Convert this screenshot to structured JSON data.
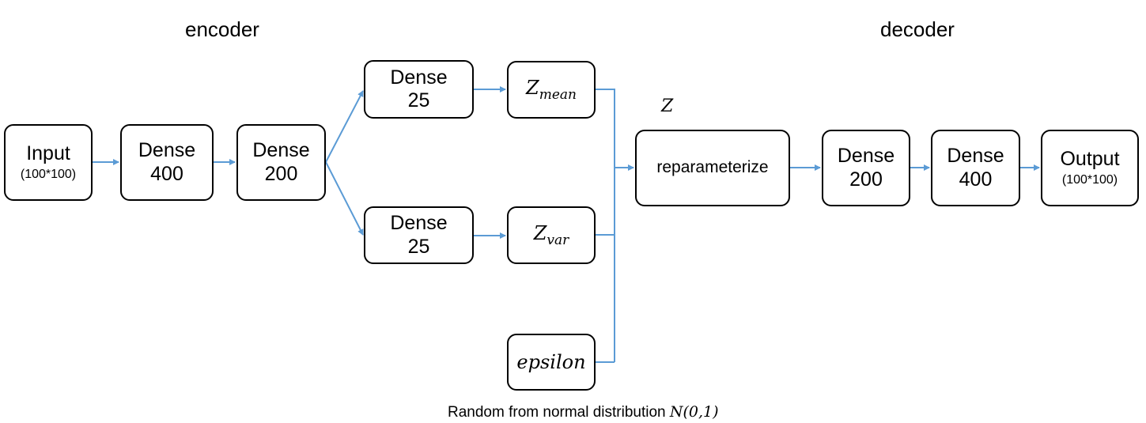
{
  "labels": {
    "encoder": "encoder",
    "decoder": "decoder",
    "z": "Z",
    "caption_text": "Random from normal distribution ",
    "caption_math": "N(0,1)"
  },
  "nodes": {
    "input": {
      "title": "Input",
      "sub": "(100*100)"
    },
    "enc_dense_400": {
      "title": "Dense",
      "sub": "400"
    },
    "enc_dense_200": {
      "title": "Dense",
      "sub": "200"
    },
    "dense_25_mean": {
      "title": "Dense",
      "sub": "25"
    },
    "dense_25_var": {
      "title": "Dense",
      "sub": "25"
    },
    "z_mean": {
      "base": "Z",
      "sub": "mean"
    },
    "z_var": {
      "base": "Z",
      "sub": "var"
    },
    "epsilon": {
      "text": "epsilon"
    },
    "reparameterize": {
      "text": "reparameterize"
    },
    "dec_dense_200": {
      "title": "Dense",
      "sub": "200"
    },
    "dec_dense_400": {
      "title": "Dense",
      "sub": "400"
    },
    "output": {
      "title": "Output",
      "sub": "(100*100)"
    }
  },
  "colors": {
    "edge": "#5b9bd5",
    "border": "#000000"
  }
}
